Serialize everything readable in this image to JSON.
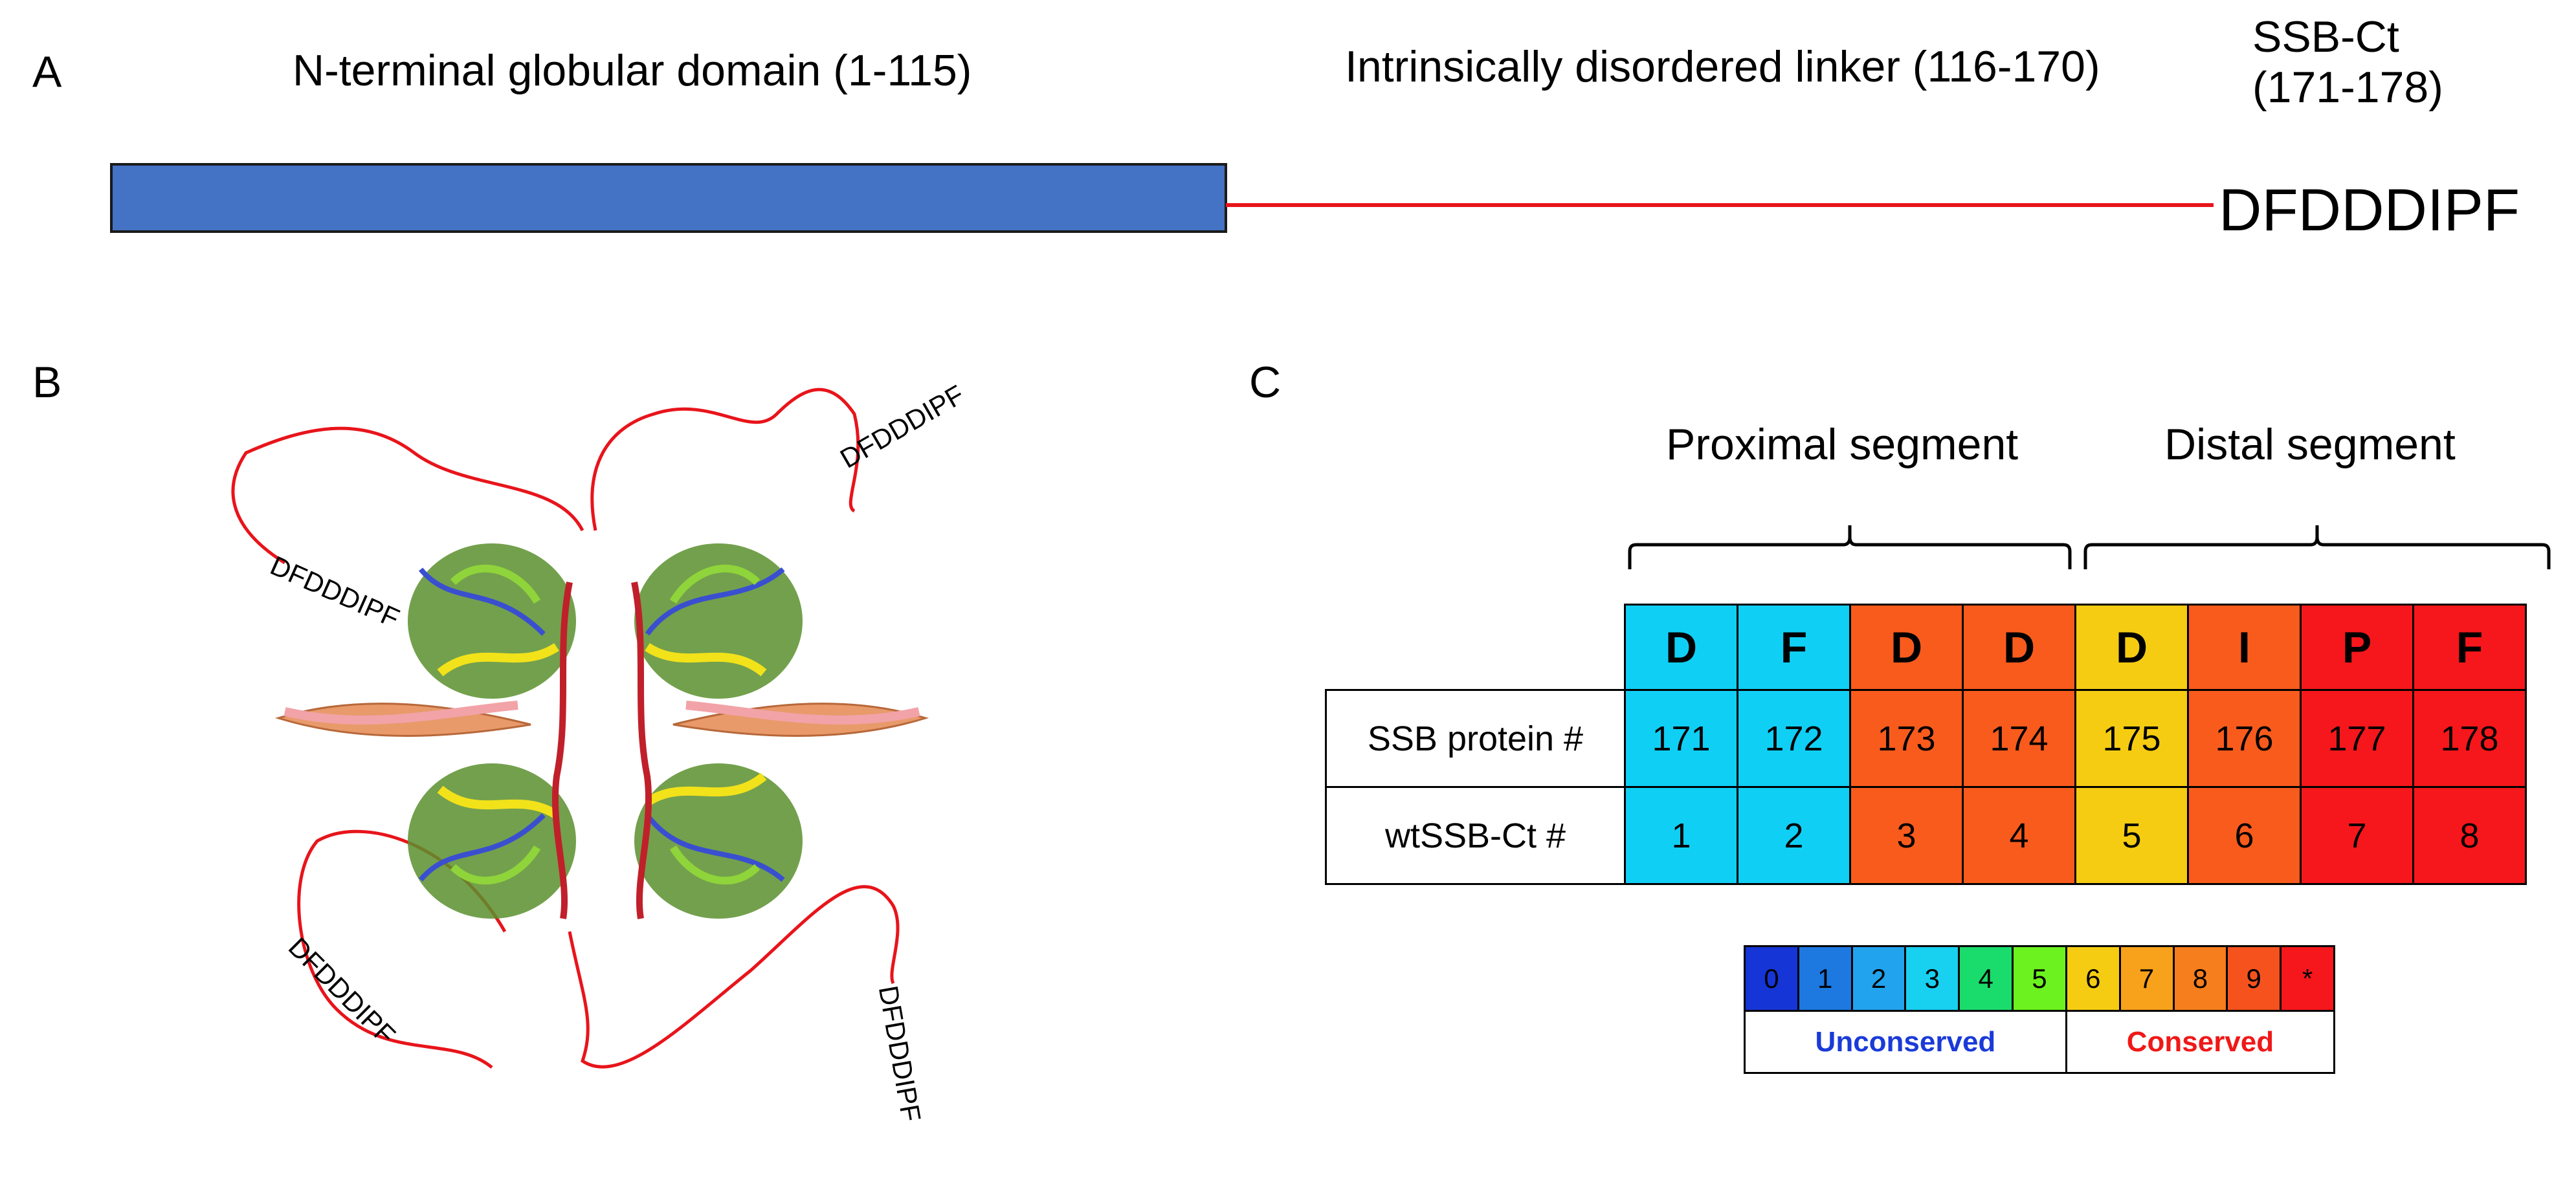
{
  "panels": {
    "a": "A",
    "b": "B",
    "c": "C"
  },
  "panel_a": {
    "domain_label": "N-terminal globular domain (1-115)",
    "linker_label": "Intrinsically disordered linker (116-170)",
    "ct_label_line1": "SSB-Ct",
    "ct_label_line2": "(171-178)",
    "sequence": "DFDDDIPF",
    "domain_color": "#4472C4",
    "linker_color": "#E8141B"
  },
  "panel_b": {
    "tail_labels": [
      "DFDDDIPF",
      "DFDDDIPF",
      "DFDDDIPF",
      "DFDDDIPF"
    ]
  },
  "panel_c": {
    "proximal_label": "Proximal segment",
    "distal_label": "Distal segment",
    "residues": [
      {
        "aa": "D",
        "protein_num": "171",
        "ct_num": "1",
        "color": "#10CFF5"
      },
      {
        "aa": "F",
        "protein_num": "172",
        "ct_num": "2",
        "color": "#10CFF5"
      },
      {
        "aa": "D",
        "protein_num": "173",
        "ct_num": "3",
        "color": "#F95B1D"
      },
      {
        "aa": "D",
        "protein_num": "174",
        "ct_num": "4",
        "color": "#F95B1D"
      },
      {
        "aa": "D",
        "protein_num": "175",
        "ct_num": "5",
        "color": "#F5CC12"
      },
      {
        "aa": "I",
        "protein_num": "176",
        "ct_num": "6",
        "color": "#F95B1D"
      },
      {
        "aa": "P",
        "protein_num": "177",
        "ct_num": "7",
        "color": "#F5171B"
      },
      {
        "aa": "F",
        "protein_num": "178",
        "ct_num": "8",
        "color": "#F5171B"
      }
    ],
    "row_labels": [
      "SSB protein #",
      "wtSSB-Ct #"
    ],
    "scale": [
      {
        "label": "0",
        "color": "#1635D6"
      },
      {
        "label": "1",
        "color": "#1D78E0"
      },
      {
        "label": "2",
        "color": "#22A3EE"
      },
      {
        "label": "3",
        "color": "#18D0F0"
      },
      {
        "label": "4",
        "color": "#1ADC6C"
      },
      {
        "label": "5",
        "color": "#6CF21E"
      },
      {
        "label": "6",
        "color": "#F5CC12"
      },
      {
        "label": "7",
        "color": "#F7A21A"
      },
      {
        "label": "8",
        "color": "#F67E1C"
      },
      {
        "label": "9",
        "color": "#F5521E"
      },
      {
        "label": "*",
        "color": "#F5171B"
      }
    ],
    "unconserved_label": "Unconserved",
    "conserved_label": "Conserved",
    "unconserved_color": "#1A3BD8",
    "conserved_color": "#F01818"
  }
}
